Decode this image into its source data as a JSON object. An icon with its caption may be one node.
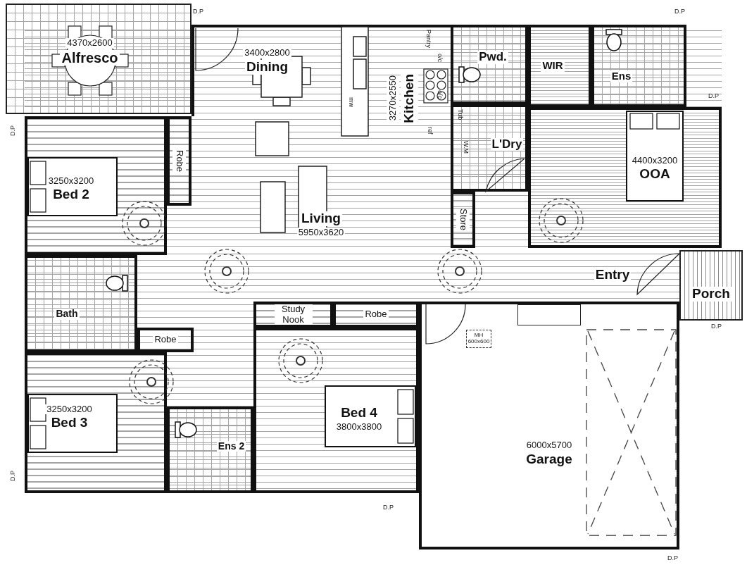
{
  "diagram": {
    "nodes": [
      {
        "text": [
          "4370x2600",
          "Alfresco"
        ]
      },
      {
        "text": [
          "3400x2800",
          "Dining"
        ]
      },
      {
        "text": [
          "3270x2550",
          "Kitchen"
        ]
      },
      {
        "text": [
          "Pwd."
        ]
      },
      {
        "text": [
          "WIR"
        ]
      },
      {
        "text": [
          "Ens"
        ]
      },
      {
        "text": [
          "Robe"
        ]
      },
      {
        "text": [
          "3250x3200",
          "Bed 2"
        ]
      },
      {
        "text": [
          "L'Dry"
        ]
      },
      {
        "text": [
          "4400x3200",
          "OOA"
        ]
      },
      {
        "text": [
          "Living",
          "5950x3620"
        ]
      },
      {
        "text": [
          "Store"
        ]
      },
      {
        "text": [
          "Bath"
        ]
      },
      {
        "text": [
          "Entry"
        ]
      },
      {
        "text": [
          "Porch"
        ],
        "beside": [
          "D.P"
        ]
      },
      {
        "text": [
          "Study Nook"
        ]
      },
      {
        "text": [
          "Robe"
        ]
      },
      {
        "text": [
          "Robe"
        ]
      },
      {
        "text": [
          "Bed 4",
          "3800x3800"
        ]
      },
      {
        "text": [
          "3250x3200",
          "Bed 3"
        ]
      },
      {
        "text": [
          "Ens 2"
        ]
      },
      {
        "text": [
          "6000x5700",
          "Garage"
        ]
      },
      {
        "text": [],
        "shape": "box",
        "in": 21
      }
    ],
    "labels": [
      "D.P",
      "D.P",
      "D.P",
      "D.P",
      "D.P",
      "D.P",
      "D.P",
      "Pantry",
      "o/c",
      "o/c",
      "ref",
      "Tub",
      "W.M",
      "mw",
      "MH 600x600"
    ]
  }
}
